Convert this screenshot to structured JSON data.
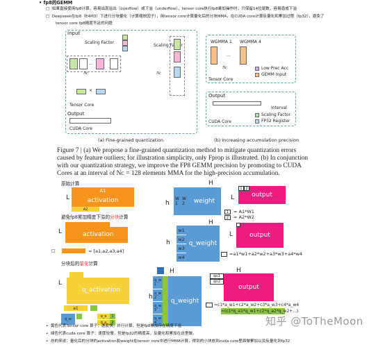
{
  "intro": {
    "heading": "fp8的GEMM",
    "items": [
      "如果直接使用fp8计算，容易出现溢出（overflow）或下溢（underflow），tensor core执行fp8乘加操作时，只保留14位尾数，容易造成下溢",
      "Deepseek在fp8（E4M3）下进行分块量化（计算缩放因子），用tensor core计算量化后的分块MMA，在CUDA core计算反量化和累加过程（fp32），避免了",
      "tensor core fp8精度不足的问题"
    ]
  },
  "figure": {
    "left": {
      "input_label": "Input",
      "scaling_factor": "Scaling Factor",
      "nc": "Nᴄ",
      "tensor_core": "Tensor Core",
      "output_label": "Output",
      "cuda_core": "CUDA Core",
      "caption": "(a) Fine-grained quantization"
    },
    "right": {
      "wgmma1": "WGMMA 1",
      "wgmma4": "WGMMA 4",
      "nc": "Nᴄ",
      "low_prec": "Low Prec Acc",
      "gemm_input": "GEMM Input",
      "tensor_core": "Tensor Core",
      "output_label": "Output",
      "interval": "Interval",
      "cuda_core": "CUDA Core",
      "scaling_factor": "Scaling Factor",
      "fp32_register": "FP32 Register",
      "caption": "(b) Increasing accumulation precision"
    },
    "caption_lines": [
      "Figure 7 | (a) We propose a fine-grained quantization method to mitigate quantization errors",
      "caused by feature outliers; for illustration simplicity, only Fprop is illustrated. (b) In conjunction",
      "with our quantization strategy, we improve the FP8 GEMM precision by promoting to CUDA",
      "Cores at an interval of Nᴄ = 128 elements MMA for the high-precision accumulation."
    ]
  },
  "section1": {
    "title": "原始计算",
    "a1": "A1",
    "a2": "A2",
    "activation": "activation",
    "L": "L",
    "h": "h",
    "H": "H",
    "W1": "W\n1",
    "W2": "W\n2",
    "weight": "weight",
    "output": "output",
    "cell1": "1",
    "cell2": "2",
    "eq1": "= A1*W1",
    "eq2": "= A2*W2"
  },
  "section2": {
    "title_prefix": "避免fp8累加精度下溢的",
    "title_highlight": "分块",
    "title_suffix": "计算",
    "a": [
      "a1",
      "a2",
      "a3",
      "a4"
    ],
    "activation": "activation",
    "L": "L",
    "h": "h",
    "H": "H",
    "w": [
      "w1",
      "w2",
      "w3",
      "w4"
    ],
    "q_weight": "q_weight",
    "output": "output",
    "eq_small": "= [a1,a2,a3,a4]",
    "eq_big": "=a1*w1+a2*w2+a3*w3+a4*w4"
  },
  "section3": {
    "title_prefix": "分块后的",
    "title_highlight": "量化",
    "title_suffix": "计算",
    "q_activation": "q_activation",
    "L": "L",
    "h": "h",
    "H": "H",
    "a1": "a1",
    "qa": "q_a",
    "q_weight": "q_weight",
    "qw": [
      "q_w\n1",
      "q_w\n2",
      "q_w\n3",
      "q_w\n4"
    ],
    "qo": [
      "qo1",
      "qo2"
    ],
    "output": "output",
    "eq1": "=c1*a_w1+c2*a_w2+c3*a_w3+c4*a_w4",
    "eq2": "=(c1*q_a1*q_w1+c2*q_a2*q_w2+...)",
    "bottom_left": [
      "q_w",
      "1",
      "a",
      "1"
    ],
    "q_a_labels": [
      "q_a",
      "1",
      "q_a",
      "2"
    ]
  },
  "notes": [
    "黄色代表Tensor core 算子：速度快，并行计算，但是fp8累加存在精度下溢",
    "绿色代表cuda core 算子：速度较慢，但是fp32的精度高，反量化和累加在这里做。",
    "总的来说：量化后的分块的activation和weight在tensor core中进行MMA计算，得到的小块放到cuda core里面做累加以及反量化到fp32"
  ],
  "watermark": "知乎 @ToTheMoon",
  "colors": {
    "orange": "#f7941d",
    "yellow": "#f6d23a",
    "blue": "#5b9bd5",
    "blue_dark": "#2e6fb5",
    "pink": "#ee1b80",
    "green": "#8bc540",
    "red": "#e53935",
    "teal": "#5aa6a6",
    "purple": "#b39ddb"
  }
}
